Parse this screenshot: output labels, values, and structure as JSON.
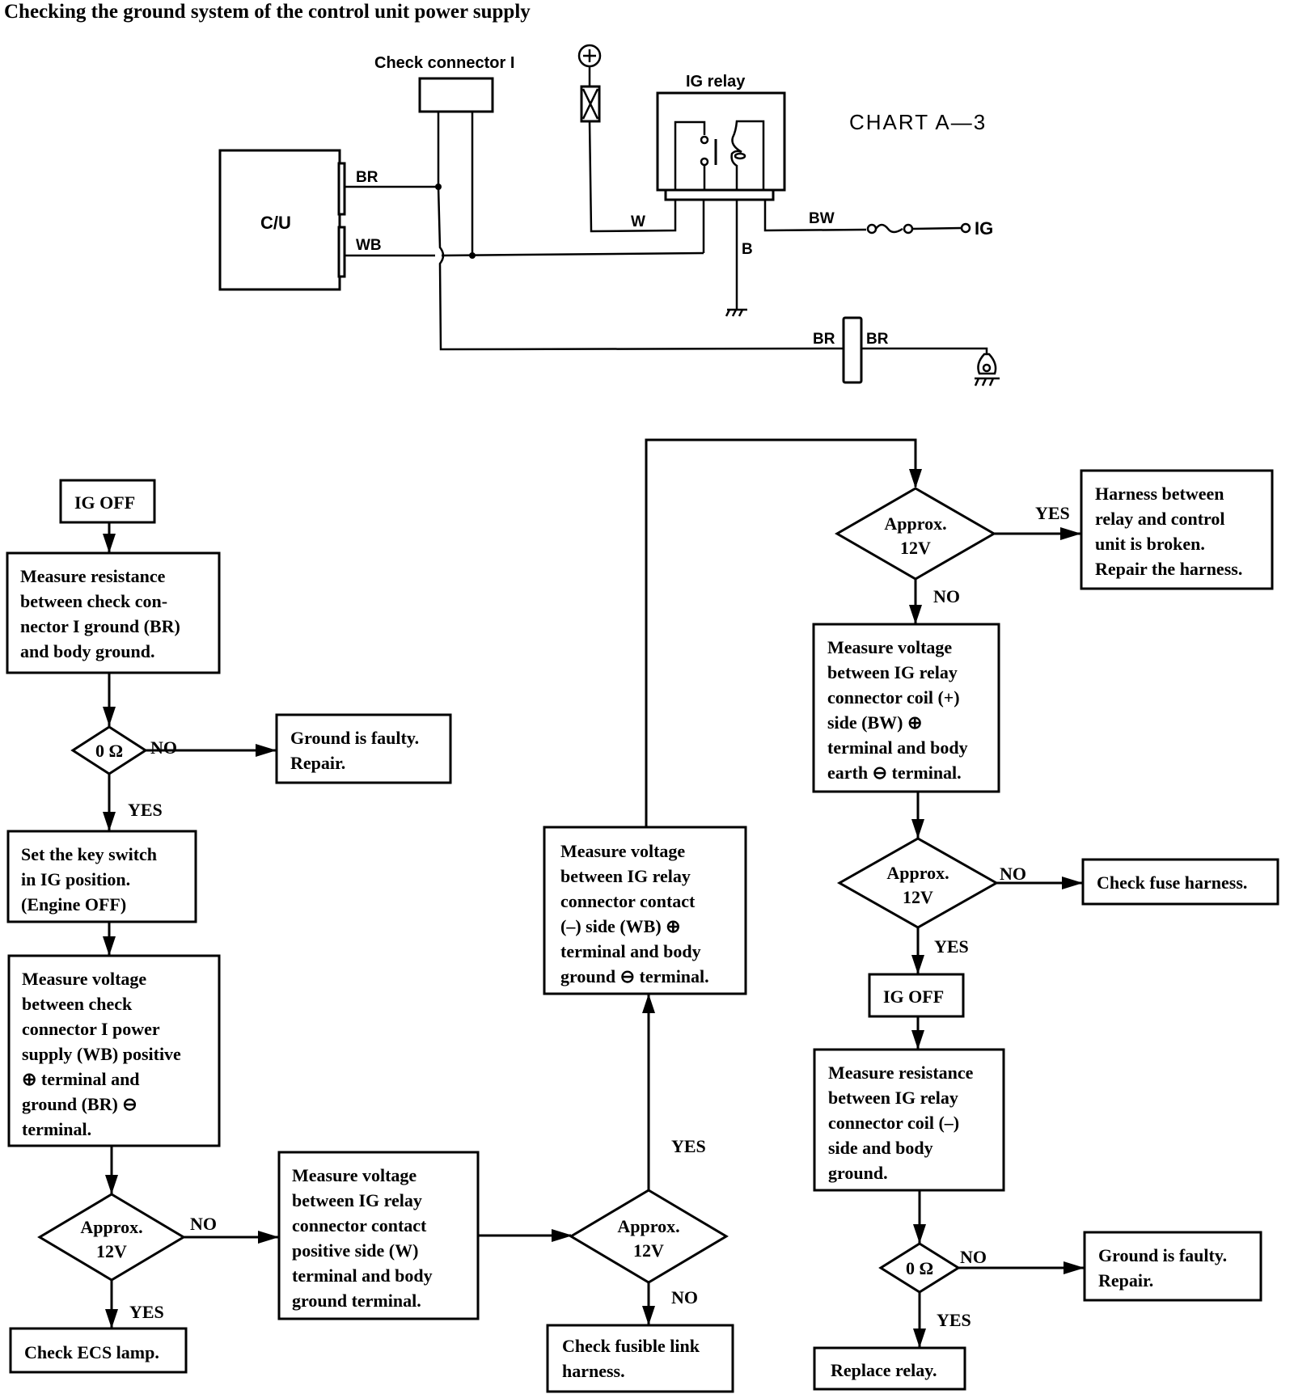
{
  "title": "Checking the ground system of the control unit power supply",
  "chart_label": "CHART  A—3",
  "schematic": {
    "check_connector_label": "Check connector I",
    "ig_relay_label": "IG relay",
    "control_unit_label": "C/U",
    "wire_labels": {
      "br_top": "BR",
      "wb": "WB",
      "w": "W",
      "b": "B",
      "bw": "BW",
      "ig": "IG",
      "br_left": "BR",
      "br_right": "BR"
    },
    "battery_symbol": "⊕"
  },
  "flowchart": {
    "start_ig_off": "IG OFF",
    "step_measure_resistance_br": [
      "Measure resistance",
      "between check con-",
      "nector I ground (BR)",
      "and body ground."
    ],
    "decision_0ohm_1": "0 Ω",
    "result_ground_faulty_1": [
      "Ground is faulty.",
      "Repair."
    ],
    "step_set_key": [
      "Set the key switch",
      "in IG position.",
      "(Engine OFF)"
    ],
    "step_measure_voltage_wb": [
      "Measure voltage",
      "between check",
      "connector I power",
      "supply (WB) positive",
      "⊕ terminal and",
      "ground (BR) ⊖",
      "terminal."
    ],
    "decision_12v_1": [
      "Approx.",
      "12V"
    ],
    "result_check_ecs": "Check ECS lamp.",
    "step_measure_w": [
      "Measure voltage",
      "between IG relay",
      "connector contact",
      "positive side (W)",
      "terminal and body",
      "ground      terminal."
    ],
    "decision_12v_2": [
      "Approx.",
      "12V"
    ],
    "result_check_fusible": [
      "Check fusible link",
      "harness."
    ],
    "step_measure_wb_relay": [
      "Measure voltage",
      "between IG relay",
      "connector contact",
      "(–) side (WB) ⊕",
      "terminal and body",
      "ground ⊖ terminal."
    ],
    "decision_12v_3": [
      "Approx.",
      "12V"
    ],
    "result_harness_broken": [
      "Harness between",
      "relay and control",
      "unit is broken.",
      "Repair the harness."
    ],
    "step_measure_coil_plus": [
      "Measure voltage",
      "between IG relay",
      "connector coil (+)",
      "side (BW) ⊕",
      "terminal and body",
      "earth ⊖ terminal."
    ],
    "decision_12v_4": [
      "Approx.",
      "12V"
    ],
    "result_check_fuse": "Check fuse harness.",
    "step_ig_off_2": "IG OFF",
    "step_measure_coil_minus": [
      "Measure resistance",
      "between IG relay",
      "connector coil (–)",
      "side and body",
      "ground."
    ],
    "decision_0ohm_2": "0 Ω",
    "result_ground_faulty_2": [
      "Ground is faulty.",
      "Repair."
    ],
    "result_replace_relay": "Replace relay.",
    "labels": {
      "yes": "YES",
      "no": "NO"
    }
  }
}
